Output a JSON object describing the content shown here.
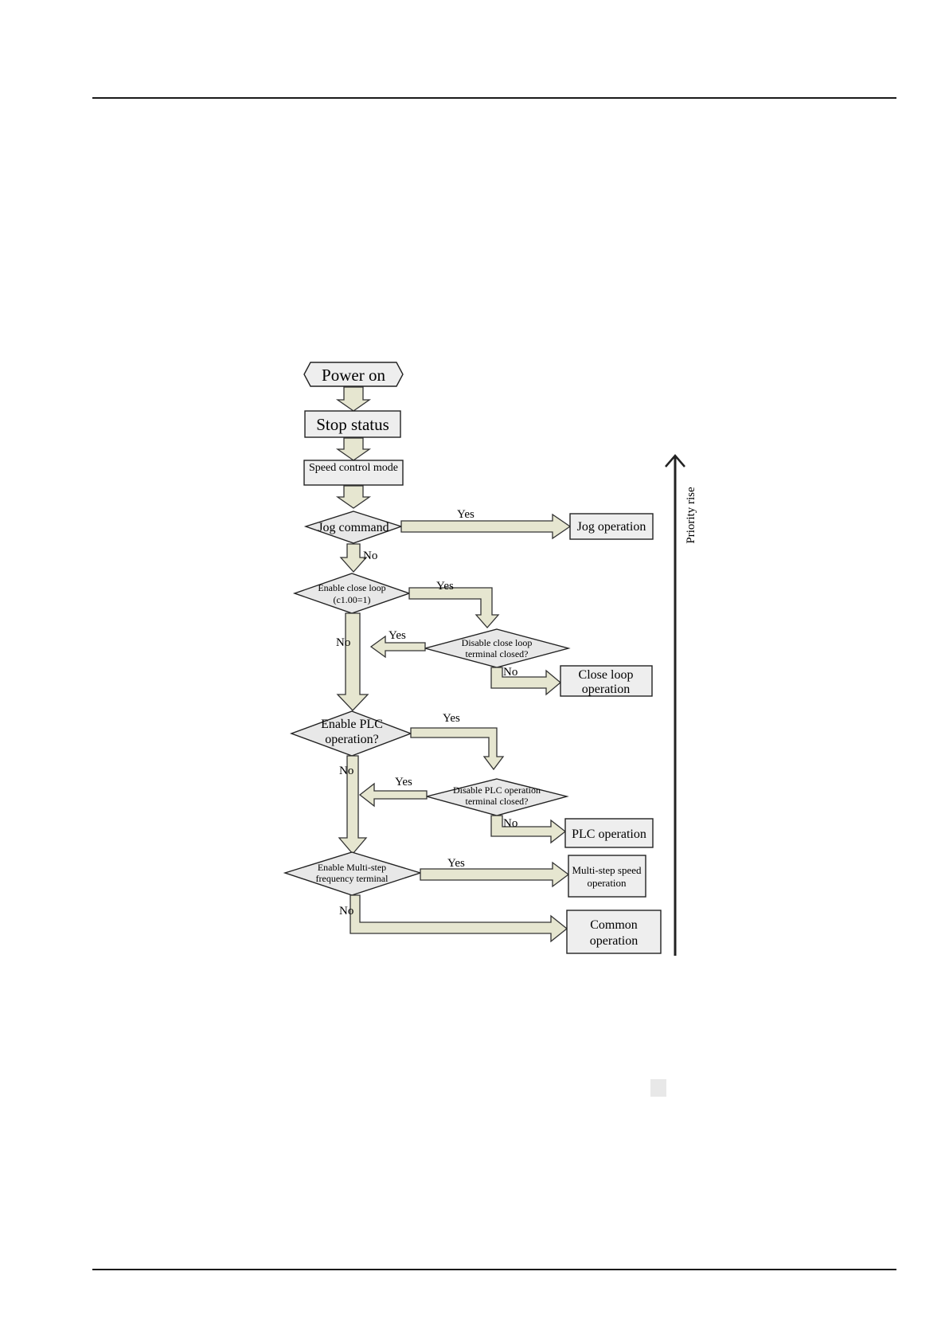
{
  "diagram": {
    "start": "Power on",
    "stop_status": "Stop status",
    "speed_mode": "Speed control mode",
    "jog_question": "Jog command",
    "jog_result": "Jog operation",
    "close_loop_question_line1": "Enable close loop",
    "close_loop_question_line2": "(c1.00=1)",
    "disable_close_loop_line1": "Disable close loop",
    "disable_close_loop_line2": "terminal closed?",
    "close_loop_result_line1": "Close loop",
    "close_loop_result_line2": "operation",
    "plc_question_line1": "Enable PLC",
    "plc_question_line2": "operation?",
    "disable_plc_line1": "Disable PLC operation",
    "disable_plc_line2": "terminal closed?",
    "plc_result": "PLC operation",
    "multistep_question_line1": "Enable Multi-step",
    "multistep_question_line2": "frequency terminal",
    "multistep_result_line1": "Multi-step speed",
    "multistep_result_line2": "operation",
    "common_result_line1": "Common",
    "common_result_line2": "operation",
    "yes": "Yes",
    "no": "No",
    "priority_label": "Priority rise"
  }
}
